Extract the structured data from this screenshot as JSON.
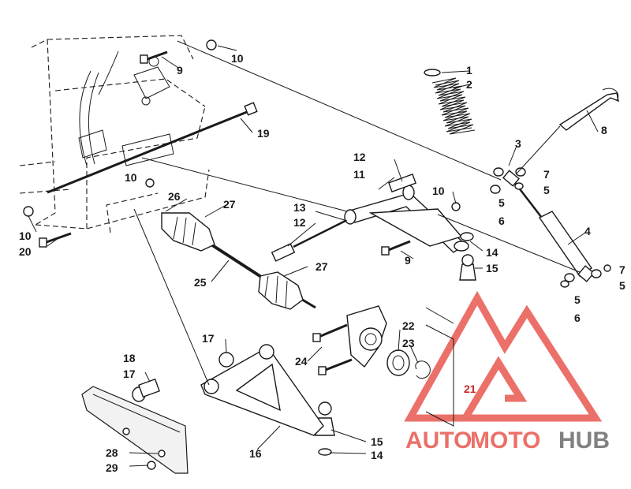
{
  "callouts": {
    "c1": "1",
    "c2": "2",
    "c3": "3",
    "c4": "4",
    "c5a": "5",
    "c5b": "5",
    "c5c": "5",
    "c5d": "5",
    "c6a": "6",
    "c6b": "6",
    "c7a": "7",
    "c7b": "7",
    "c8": "8",
    "c9a": "9",
    "c9b": "9",
    "c10a": "10",
    "c10b": "10",
    "c10c": "10",
    "c10d": "10",
    "c11": "11",
    "c12a": "12",
    "c12b": "12",
    "c13": "13",
    "c14a": "14",
    "c14b": "14",
    "c15a": "15",
    "c15b": "15",
    "c16": "16",
    "c17a": "17",
    "c17b": "17",
    "c18": "18",
    "c19": "19",
    "c20": "20",
    "c21": "21",
    "c22": "22",
    "c23": "23",
    "c24": "24",
    "c25": "25",
    "c26": "26",
    "c27a": "27",
    "c27b": "27",
    "c28": "28",
    "c29": "29"
  },
  "watermark": {
    "part1": "AUTO",
    "part2": "MOTO",
    "part3": "HUB",
    "color_red": "#e8584f",
    "color_gray": "#6b6b6b"
  }
}
